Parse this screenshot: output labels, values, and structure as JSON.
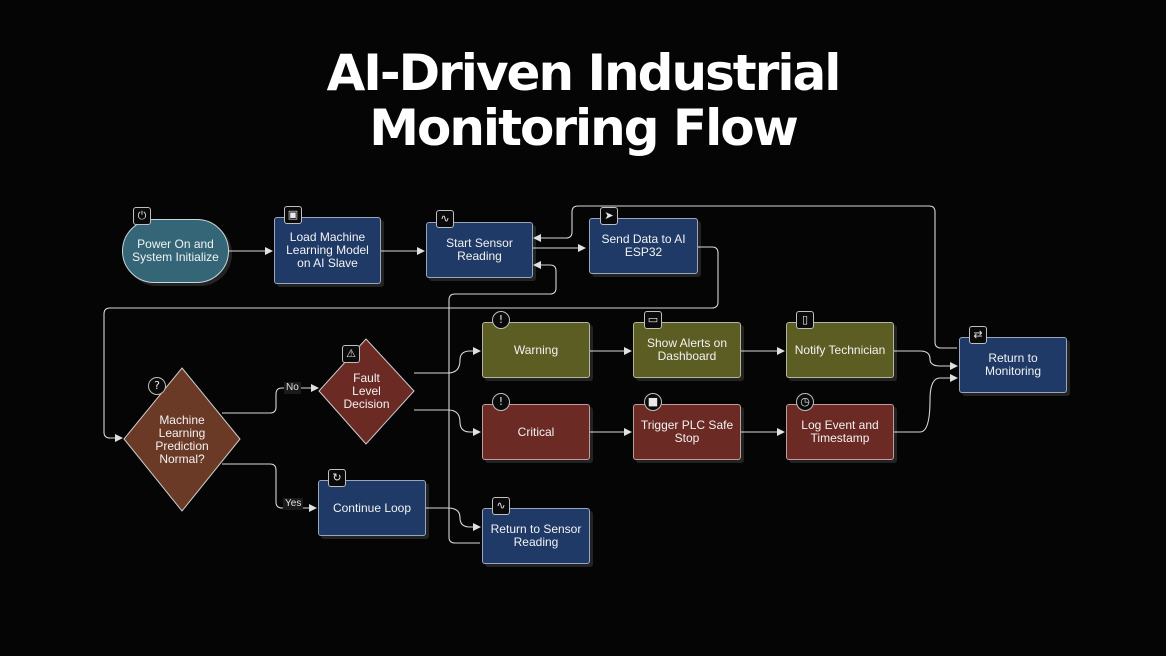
{
  "title": {
    "line1": "AI-Driven Industrial",
    "line2": "Monitoring Flow"
  },
  "nodes": {
    "power_on": "Power On and System Initialize",
    "load_model": "Load Machine Learning Model on AI Slave",
    "start_sensor": "Start Sensor Reading",
    "send_data": "Send Data to AI ESP32",
    "prediction": "Machine Learning Prediction Normal?",
    "fault_level": "Fault Level Decision",
    "warning": "Warning",
    "show_alerts": "Show Alerts on Dashboard",
    "notify": "Notify Technician",
    "return_monitoring": "Return to Monitoring",
    "critical": "Critical",
    "trigger_plc": "Trigger PLC Safe Stop",
    "log_event": "Log Event and Timestamp",
    "continue_loop": "Continue Loop",
    "return_sensor": "Return to Sensor Reading"
  },
  "edge_labels": {
    "no": "No",
    "yes": "Yes"
  },
  "icons": {
    "power_on": "power-icon",
    "load_model": "cpu-chip-icon",
    "start_sensor": "pulse-icon",
    "send_data": "send-icon",
    "prediction": "help-icon",
    "fault_level": "warning-triangle-icon",
    "warning": "alert-circle-icon",
    "show_alerts": "monitor-icon",
    "notify": "tablet-icon",
    "return_monitoring": "repeat-icon",
    "critical": "alert-circle-icon",
    "trigger_plc": "stop-circle-icon",
    "log_event": "clock-icon",
    "continue_loop": "refresh-icon",
    "return_sensor": "pulse-icon"
  },
  "colors": {
    "background": "#050505",
    "start_node": "#356677",
    "process_node": "#1f3a66",
    "warning_node": "#5c5d23",
    "critical_node": "#6b2a24",
    "decision_node": "#6b3a26"
  }
}
